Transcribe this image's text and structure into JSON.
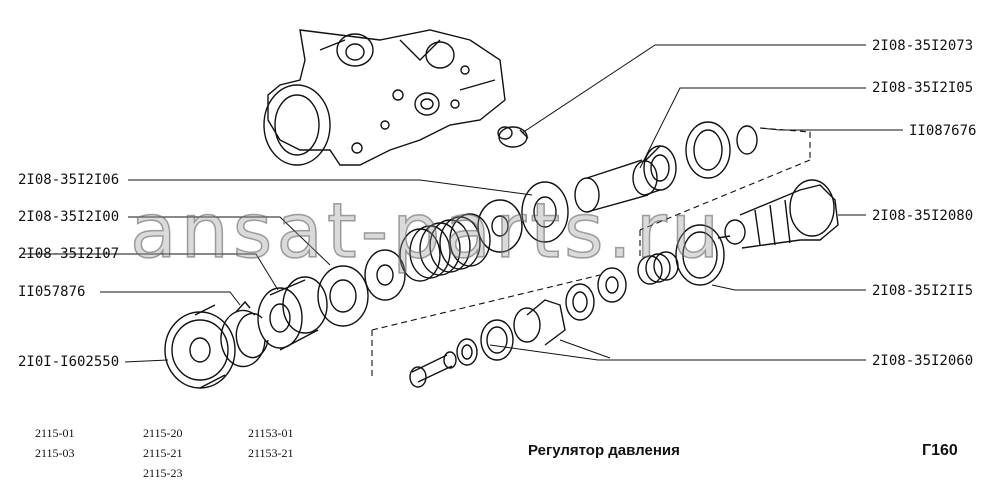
{
  "watermark": "ansat-parts.ru",
  "title": "Регулятор давления",
  "page_code": "Г160",
  "models": {
    "col1": [
      "2115-01",
      "2115-03"
    ],
    "col2": [
      "2115-20",
      "2115-21",
      "2115-23"
    ],
    "col3": [
      "21153-01",
      "21153-21"
    ]
  },
  "labels": {
    "p2073": "2I08-35I2073",
    "p2105": "2I08-35I2I05",
    "p087676": "II087676",
    "p2080": "2I08-35I2080",
    "p2115": "2I08-35I2II5",
    "p2060": "2I08-35I2060",
    "p2106": "2I08-35I2I06",
    "p2100": "2I08-35I2I00",
    "p2107": "2I08-35I2I07",
    "p057876": "II057876",
    "p602550": "2I0I-I602550"
  }
}
